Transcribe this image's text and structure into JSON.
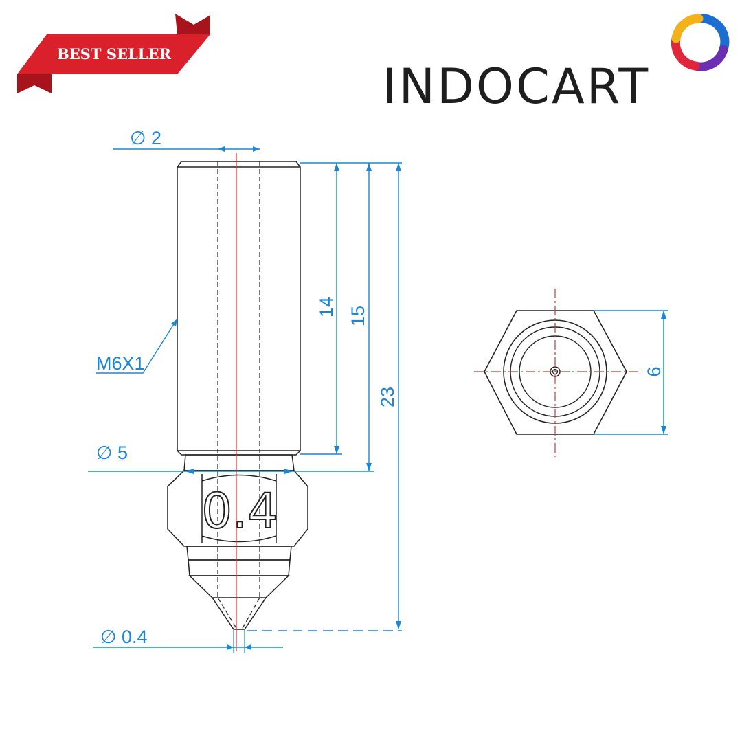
{
  "badge": {
    "label": "BEST SELLER",
    "color": "#d9202b"
  },
  "brand": {
    "name": "INDOCART"
  },
  "nozzle": {
    "engraving": "0.4",
    "dimensions": {
      "bore_diameter": "∅ 2",
      "thread": "M6X1",
      "shoulder_diameter": "∅ 5",
      "tip_diameter": "∅ 0.4",
      "thread_length": "14",
      "body_length": "15",
      "total_length": "23",
      "hex_size": "6"
    }
  },
  "colors": {
    "dimension": "#1a86d8",
    "centerline": "#e03030",
    "outline": "#222222"
  }
}
